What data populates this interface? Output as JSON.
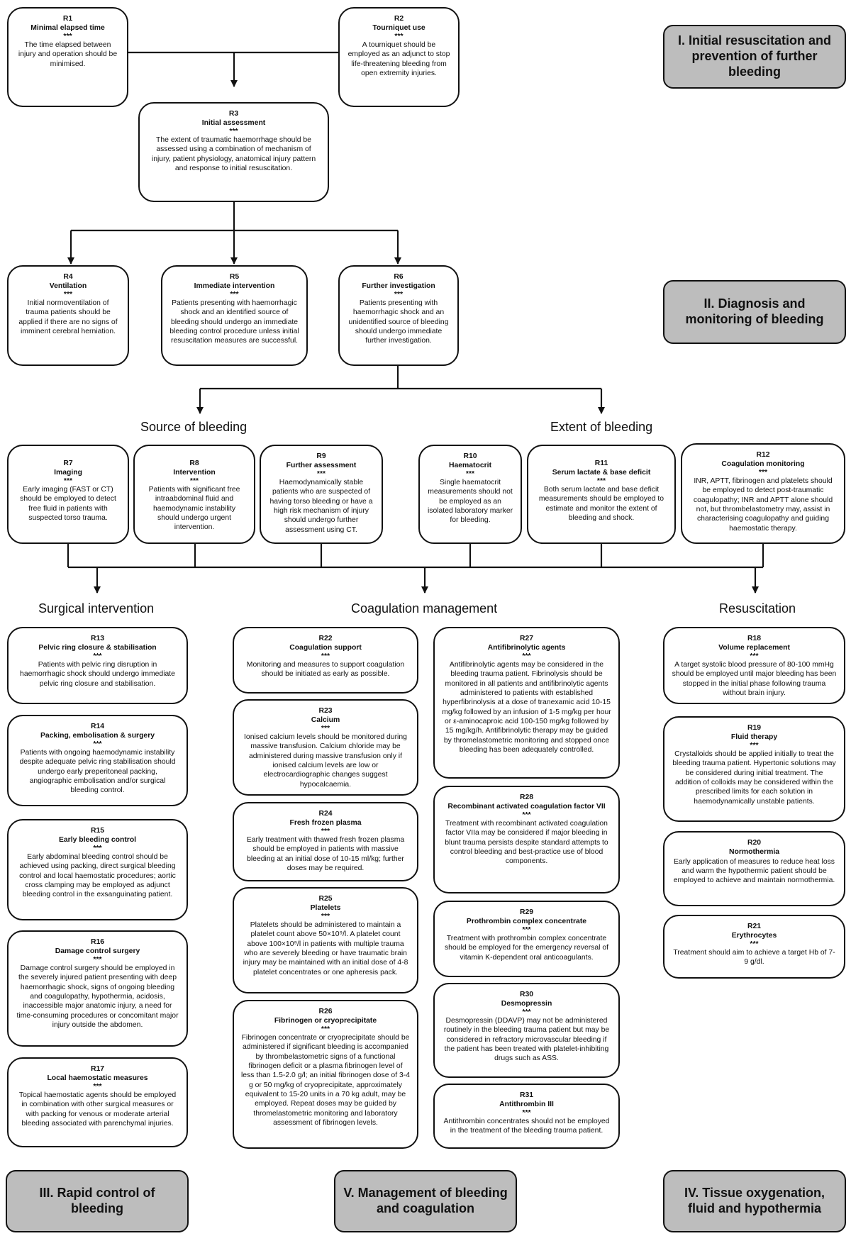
{
  "section_headers": {
    "source_of_bleeding": "Source of bleeding",
    "extent_of_bleeding": "Extent of bleeding",
    "surgical_intervention": "Surgical intervention",
    "coagulation_management": "Coagulation management",
    "resuscitation": "Resuscitation"
  },
  "sections": {
    "s1": "I. Initial resuscitation and prevention  of further bleeding",
    "s2": "II. Diagnosis and monitoring of bleeding",
    "s3": "III. Rapid control of bleeding",
    "s4": "IV. Tissue oxygenation, fluid and hypothermia",
    "s5": "V. Management of bleeding and coagulation"
  },
  "recs": {
    "r1": {
      "id": "R1",
      "title": "Minimal elapsed time",
      "stars": "***",
      "text": "The time elapsed between injury and operation should be minimised."
    },
    "r2": {
      "id": "R2",
      "title": "Tourniquet use",
      "stars": "***",
      "text": "A tourniquet should be employed as an adjunct to stop life-threatening bleeding from open extremity injuries."
    },
    "r3": {
      "id": "R3",
      "title": "Initial assessment",
      "stars": "***",
      "text": "The extent of traumatic haemorrhage should be assessed using a combination of mechanism of injury, patient physiology, anatomical injury pattern and response to initial resuscitation."
    },
    "r4": {
      "id": "R4",
      "title": "Ventilation",
      "stars": "***",
      "text": "Initial normoventilation of trauma patients should be applied if there are no signs of imminent cerebral herniation."
    },
    "r5": {
      "id": "R5",
      "title": "Immediate intervention",
      "stars": "***",
      "text": "Patients presenting with haemorrhagic shock and an identified source of bleeding should undergo an immediate bleeding control procedure unless initial resuscitation measures are successful."
    },
    "r6": {
      "id": "R6",
      "title": "Further investigation",
      "stars": "***",
      "text": "Patients presenting with haemorrhagic shock and an unidentified source of bleeding should undergo immediate further investigation."
    },
    "r7": {
      "id": "R7",
      "title": "Imaging",
      "stars": "***",
      "text": "Early imaging (FAST or CT) should be employed to detect free fluid in patients with suspected torso trauma."
    },
    "r8": {
      "id": "R8",
      "title": "Intervention",
      "stars": "***",
      "text": "Patients with significant free intraabdominal fluid and haemodynamic instability should undergo urgent intervention."
    },
    "r9": {
      "id": "R9",
      "title": "Further assessment",
      "stars": "***",
      "text": "Haemodynamically stable patients who are suspected of having torso bleeding or have a high risk mechanism of injury should undergo further assessment using CT."
    },
    "r10": {
      "id": "R10",
      "title": "Haematocrit",
      "stars": "***",
      "text": "Single haematocrit measurements should not be employed as an isolated laboratory marker for bleeding."
    },
    "r11": {
      "id": "R11",
      "title": "Serum lactate & base deficit",
      "stars": "***",
      "text": "Both serum lactate and base deficit measurements should be employed to estimate and monitor the extent of bleeding and shock."
    },
    "r12": {
      "id": "R12",
      "title": "Coagulation monitoring",
      "stars": "***",
      "text": "INR, APTT, fibrinogen and platelets should be employed to detect post-traumatic coagulopathy; INR and APTT alone should not, but thrombelastometry may, assist in characterising coagulopathy and guiding haemostatic therapy."
    },
    "r13": {
      "id": "R13",
      "title": "Pelvic ring closure & stabilisation",
      "stars": "***",
      "text": "Patients with pelvic ring disruption in haemorrhagic shock should undergo immediate pelvic ring closure and stabilisation."
    },
    "r14": {
      "id": "R14",
      "title": "Packing, embolisation & surgery",
      "stars": "***",
      "text": "Patients with ongoing haemodynamic instability despite adequate pelvic ring stabilisation should undergo early preperitoneal packing, angiographic embolisation and/or surgical bleeding control."
    },
    "r15": {
      "id": "R15",
      "title": "Early bleeding control",
      "stars": "***",
      "text": "Early abdominal bleeding control should be achieved using packing, direct surgical bleeding control and local haemostatic procedures; aortic cross clamping may be employed as adjunct bleeding control in the exsanguinating patient."
    },
    "r16": {
      "id": "R16",
      "title": "Damage control surgery",
      "stars": "***",
      "text": "Damage control surgery should be employed in the severely injured patient presenting with deep haemorrhagic shock, signs of ongoing bleeding and coagulopathy, hypothermia, acidosis, inaccessible major anatomic injury, a need for time-consuming procedures or concomitant major injury outside the abdomen."
    },
    "r17": {
      "id": "R17",
      "title": "Local haemostatic measures",
      "stars": "***",
      "text": "Topical haemostatic agents should be employed in combination with other surgical measures or with packing for venous or moderate arterial bleeding associated with parenchymal injuries."
    },
    "r18": {
      "id": "R18",
      "title": "Volume replacement",
      "stars": "***",
      "text": "A target systolic blood pressure of 80-100 mmHg should be employed until major bleeding has been stopped in the initial phase following trauma without brain injury."
    },
    "r19": {
      "id": "R19",
      "title": "Fluid therapy",
      "stars": "***",
      "text": "Crystalloids should be applied initially to treat the bleeding trauma patient. Hypertonic solutions may be considered during initial treatment. The addition of colloids may be considered within the prescribed limits for each solution in haemodynamically unstable patients."
    },
    "r20": {
      "id": "R20",
      "title": "Normothermia",
      "stars": "",
      "text": "Early application of measures to reduce heat loss and warm the hypothermic patient should be employed to achieve and maintain normothermia."
    },
    "r21": {
      "id": "R21",
      "title": "Erythrocytes",
      "stars": "***",
      "text": "Treatment should aim to achieve a target Hb of 7-9 g/dl."
    },
    "r22": {
      "id": "R22",
      "title": "Coagulation support",
      "stars": "***",
      "text": "Monitoring and measures to support coagulation should be initiated as early as possible."
    },
    "r23": {
      "id": "R23",
      "title": "Calcium",
      "stars": "***",
      "text": "Ionised calcium levels should be monitored during massive transfusion. Calcium chloride may be administered during massive transfusion only if ionised calcium levels are low or electrocardiographic changes suggest hypocalcaemia."
    },
    "r24": {
      "id": "R24",
      "title": "Fresh frozen plasma",
      "stars": "***",
      "text": "Early treatment with thawed fresh frozen plasma should be employed in patients with massive bleeding at an initial dose of 10-15 ml/kg; further doses may be required."
    },
    "r25": {
      "id": "R25",
      "title": "Platelets",
      "stars": "***",
      "text": "Platelets should be administered to maintain a platelet count above 50×10⁹/l. A platelet count above 100×10⁹/l in patients with multiple trauma who are severely bleeding or have traumatic brain injury may be maintained with an initial dose of 4-8 platelet concentrates or one apheresis pack."
    },
    "r26": {
      "id": "R26",
      "title": "Fibrinogen or cryoprecipitate",
      "stars": "***",
      "text": "Fibrinogen concentrate or cryoprecipitate should be administered if significant bleeding is accompanied by thrombelastometric signs of a functional fibrinogen deficit or a plasma fibrinogen level of less than 1.5-2.0 g/l; an initial fibrinogen dose of 3-4 g or 50 mg/kg of cryoprecipitate, approximately equivalent to 15-20 units in a 70 kg adult, may be employed. Repeat doses may be guided by thromelastometric monitoring and laboratory assessment of fibrinogen levels."
    },
    "r27": {
      "id": "R27",
      "title": "Antifibrinolytic agents",
      "stars": "***",
      "text": "Antifibrinolytic agents may be considered in the bleeding trauma patient. Fibrinolysis should be monitored in all patients and antifibrinolytic agents administered to patients with established hyperfibrinolysis at a dose of tranexamic acid 10-15 mg/kg followed by an infusion of 1-5 mg/kg per hour or ε-aminocaproic acid 100-150 mg/kg followed by 15 mg/kg/h. Antifibrinolytic therapy may be guided by thromelastometric monitoring and stopped once bleeding has been adequately controlled."
    },
    "r28": {
      "id": "R28",
      "title": "Recombinant activated coagulation factor VII",
      "stars": "***",
      "text": "Treatment with recombinant activated coagulation factor VIIa may be considered if major bleeding in blunt trauma persists despite standard attempts to control bleeding and best-practice use of blood components."
    },
    "r29": {
      "id": "R29",
      "title": "Prothrombin complex concentrate",
      "stars": "***",
      "text": "Treatment with prothrombin complex concentrate should be employed for the emergency reversal of vitamin K-dependent oral anticoagulants."
    },
    "r30": {
      "id": "R30",
      "title": "Desmopressin",
      "stars": "***",
      "text": "Desmopressin (DDAVP) may not be administered routinely in the bleeding trauma patient but may be considered in refractory microvascular bleeding if the patient has been treated with platelet-inhibiting drugs such as ASS."
    },
    "r31": {
      "id": "R31",
      "title": "Antithrombin III",
      "stars": "***",
      "text": "Antithrombin concentrates should not be employed in the treatment of the bleeding trauma patient."
    }
  }
}
